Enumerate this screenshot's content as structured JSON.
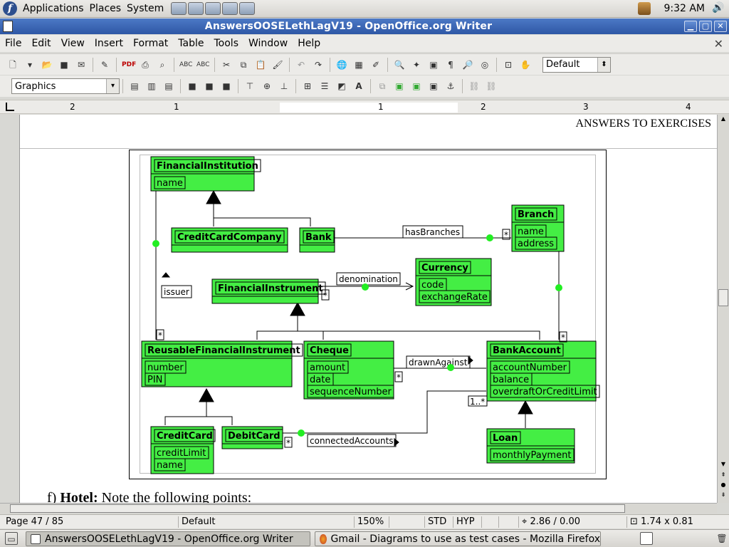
{
  "top_panel": {
    "menus": [
      "Applications",
      "Places",
      "System"
    ],
    "clock": "9:32 AM"
  },
  "window": {
    "title": "AnswersOOSELethLagV19 - OpenOffice.org Writer"
  },
  "menu_bar": {
    "items": [
      "File",
      "Edit",
      "View",
      "Insert",
      "Format",
      "Table",
      "Tools",
      "Window",
      "Help"
    ]
  },
  "toolbar": {
    "style_combo": "Default",
    "frame_style_combo": "Graphics"
  },
  "ruler": {
    "labels": [
      "2",
      "1",
      "1",
      "2",
      "3",
      "4"
    ]
  },
  "document": {
    "running_header": "ANSWERS TO EXERCISES",
    "footer_prefix": "f)",
    "footer_bold": "Hotel:",
    "footer_rest": " Note the following points:"
  },
  "uml": {
    "classes": {
      "financial_institution": {
        "name": "FinancialInstitution",
        "attrs": [
          "name"
        ]
      },
      "credit_card_company": {
        "name": "CreditCardCompany",
        "attrs": []
      },
      "bank": {
        "name": "Bank",
        "attrs": []
      },
      "branch": {
        "name": "Branch",
        "attrs": [
          "name",
          "address"
        ]
      },
      "currency": {
        "name": "Currency",
        "attrs": [
          "code",
          "exchangeRate"
        ]
      },
      "financial_instrument": {
        "name": "FinancialInstrument",
        "attrs": []
      },
      "reusable_financial_instrument": {
        "name": "ReusableFinancialInstrument",
        "attrs": [
          "number",
          "PIN"
        ]
      },
      "cheque": {
        "name": "Cheque",
        "attrs": [
          "amount",
          "date",
          "sequenceNumber"
        ]
      },
      "bank_account": {
        "name": "BankAccount",
        "attrs": [
          "accountNumber",
          "balance",
          "overdraftOrCreditLimit"
        ]
      },
      "credit_card": {
        "name": "CreditCard",
        "attrs": [
          "creditLimit",
          "name"
        ]
      },
      "debit_card": {
        "name": "DebitCard",
        "attrs": []
      },
      "loan": {
        "name": "Loan",
        "attrs": [
          "monthlyPayment"
        ]
      }
    },
    "associations": {
      "has_branches": "hasBranches",
      "denomination": "denomination",
      "issuer": "issuer",
      "drawn_against": "drawnAgainst",
      "connected_accounts": "connectedAccounts"
    },
    "multiplicities": {
      "many": "*",
      "one_or_more": "1..*"
    },
    "colors": {
      "class_fill": "#44ee44",
      "node_dot": "#22ee22"
    }
  },
  "status_bar": {
    "page": "Page 47 / 85",
    "page_style": "Default",
    "zoom": "150%",
    "mode": "STD",
    "hyperlink": "HYP",
    "position": "2.86 / 0.00",
    "size": "1.74 x 0.81"
  },
  "taskbar": {
    "tasks": [
      "AnswersOOSELethLagV19 - OpenOffice.org Writer",
      "Gmail - Diagrams to use as test cases - Mozilla Firefox"
    ]
  }
}
